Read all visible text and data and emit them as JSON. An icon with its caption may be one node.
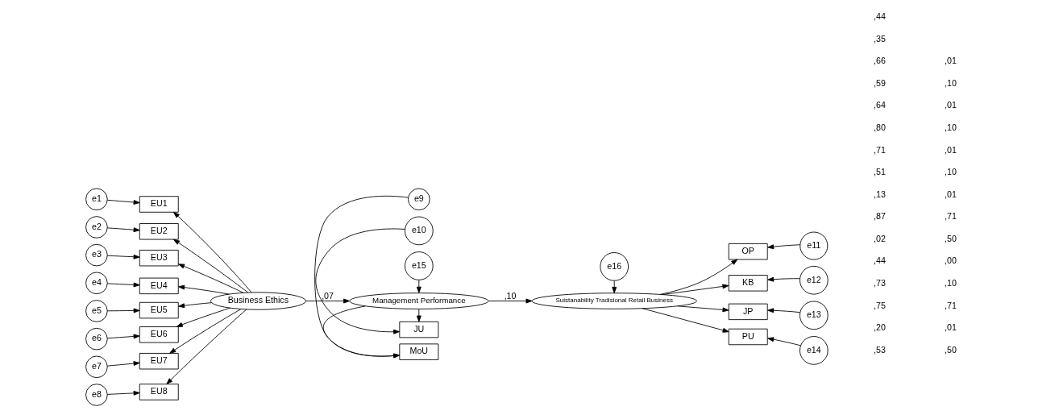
{
  "diagram": {
    "nodes": [
      {
        "text": [
          "e1"
        ]
      },
      {
        "text": [
          "e2"
        ]
      },
      {
        "text": [
          "e3"
        ]
      },
      {
        "text": [
          "e4"
        ]
      },
      {
        "text": [
          "e5"
        ]
      },
      {
        "text": [
          "e6"
        ]
      },
      {
        "text": [
          "e7"
        ]
      },
      {
        "text": [
          "e8"
        ]
      },
      {
        "text": [
          "EU1"
        ]
      },
      {
        "text": [
          "EU2"
        ]
      },
      {
        "text": [
          "EU3"
        ]
      },
      {
        "text": [
          "EU4"
        ]
      },
      {
        "text": [
          "EU5"
        ]
      },
      {
        "text": [
          "EU6"
        ]
      },
      {
        "text": [
          "EU7"
        ]
      },
      {
        "text": [
          "EU8"
        ]
      },
      {
        "text": [
          "Business Ethics"
        ]
      },
      {
        "text": [
          "e9"
        ]
      },
      {
        "text": [
          "e10"
        ]
      },
      {
        "text": [
          "MoU"
        ]
      },
      {
        "text": [
          "JU"
        ]
      },
      {
        "text": [
          "Management Performance"
        ]
      },
      {
        "text": [
          "e15"
        ]
      },
      {
        "text": [
          "e16"
        ]
      },
      {
        "text": [
          "Suistanability Tradisional Retail Business"
        ]
      },
      {
        "text": [
          "OP"
        ]
      },
      {
        "text": [
          "KB"
        ]
      },
      {
        "text": [
          "JP"
        ]
      },
      {
        "text": [
          "PU"
        ]
      },
      {
        "text": [
          "e11"
        ]
      },
      {
        "text": [
          "e12"
        ]
      },
      {
        "text": [
          "e13"
        ]
      },
      {
        "text": [
          "e14"
        ]
      }
    ],
    "edges": [
      {
        "from": 0,
        "to": 8,
        "arrow": "to"
      },
      {
        "from": 1,
        "to": 9,
        "arrow": "to"
      },
      {
        "from": 2,
        "to": 10,
        "arrow": "to"
      },
      {
        "from": 3,
        "to": 11,
        "arrow": "to"
      },
      {
        "from": 4,
        "to": 12,
        "arrow": "to"
      },
      {
        "from": 5,
        "to": 13,
        "arrow": "to"
      },
      {
        "from": 6,
        "to": 14,
        "arrow": "to"
      },
      {
        "from": 7,
        "to": 15,
        "arrow": "to"
      },
      {
        "from": 16,
        "to": 8,
        "arrow": "to"
      },
      {
        "from": 16,
        "to": 9,
        "arrow": "to"
      },
      {
        "from": 16,
        "to": 10,
        "arrow": "to"
      },
      {
        "from": 16,
        "to": 11,
        "arrow": "to"
      },
      {
        "from": 16,
        "to": 12,
        "arrow": "to"
      },
      {
        "from": 16,
        "to": 13,
        "arrow": "to"
      },
      {
        "from": 16,
        "to": 14,
        "arrow": "to"
      },
      {
        "from": 16,
        "to": 15,
        "arrow": "to"
      },
      {
        "from": 16,
        "to": 21,
        "arrow": "to",
        "label": ",07"
      },
      {
        "from": 17,
        "to": 19,
        "arrow": "to"
      },
      {
        "from": 18,
        "to": 20,
        "arrow": "to"
      },
      {
        "from": 21,
        "to": 19,
        "arrow": "to"
      },
      {
        "from": 21,
        "to": 20,
        "arrow": "to"
      },
      {
        "from": 22,
        "to": 21,
        "arrow": "to"
      },
      {
        "from": 21,
        "to": 24,
        "arrow": "to",
        "label": ",10"
      },
      {
        "from": 23,
        "to": 24,
        "arrow": "to"
      },
      {
        "from": 24,
        "to": 25,
        "arrow": "to"
      },
      {
        "from": 24,
        "to": 26,
        "arrow": "to"
      },
      {
        "from": 24,
        "to": 27,
        "arrow": "to"
      },
      {
        "from": 24,
        "to": 28,
        "arrow": "to"
      },
      {
        "from": 29,
        "to": 25,
        "arrow": "to"
      },
      {
        "from": 30,
        "to": 26,
        "arrow": "to"
      },
      {
        "from": 31,
        "to": 27,
        "arrow": "to"
      },
      {
        "from": 32,
        "to": 28,
        "arrow": "to"
      }
    ],
    "labels": [
      ",53",
      ",20",
      ",75",
      ",73",
      ",44",
      ",02",
      ",87",
      ",13",
      ",51",
      ",71",
      ",80",
      ",64",
      ",59",
      ",66",
      ",35",
      ",44",
      ",50",
      ",01",
      ",71",
      ",10",
      ",00",
      ",50",
      ",71",
      ",01",
      ",10",
      ",01",
      ",10",
      ",01",
      ",10",
      ",01"
    ]
  }
}
